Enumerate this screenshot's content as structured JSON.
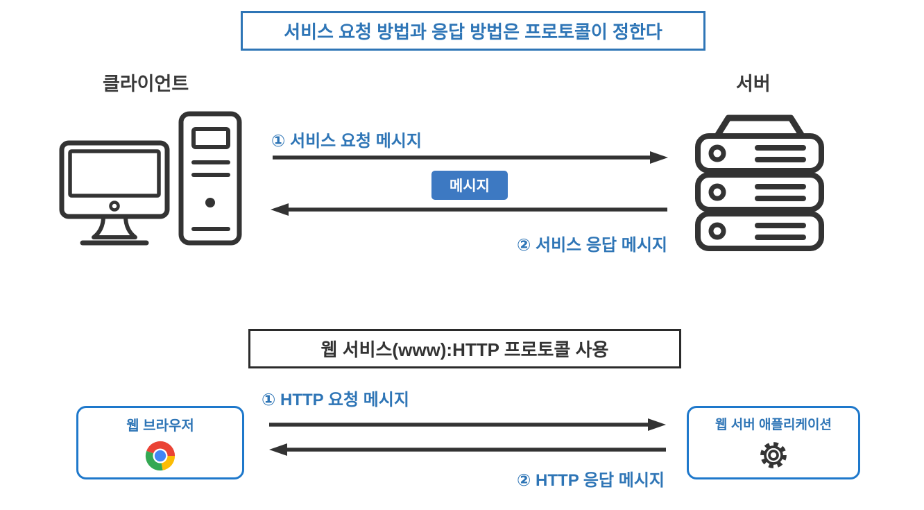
{
  "colors": {
    "accent_blue": "#2e75b6",
    "box_border_blue": "#1e78cb",
    "message_badge_bg": "#3d79c2",
    "dark_line": "#333333"
  },
  "section_protocol": {
    "title": "서비스 요청 방법과 응답 방법은 프로토콜이 정한다",
    "client_label": "클라이언트",
    "server_label": "서버",
    "request_label": "① 서비스 요청 메시지",
    "response_label": "② 서비스 응답 메시지",
    "message_badge": "메시지"
  },
  "section_http": {
    "title": "웹 서비스(www):HTTP 프로토콜 사용",
    "request_label": "① HTTP 요청 메시지",
    "response_label": "② HTTP 응답 메시지",
    "browser_box_label": "웹 브라우저",
    "server_box_label": "웹 서버 애플리케이션"
  },
  "icons": {
    "client": "desktop-computer-icon",
    "server": "server-stack-icon",
    "browser": "chrome-icon",
    "web_app": "gear-icon"
  }
}
